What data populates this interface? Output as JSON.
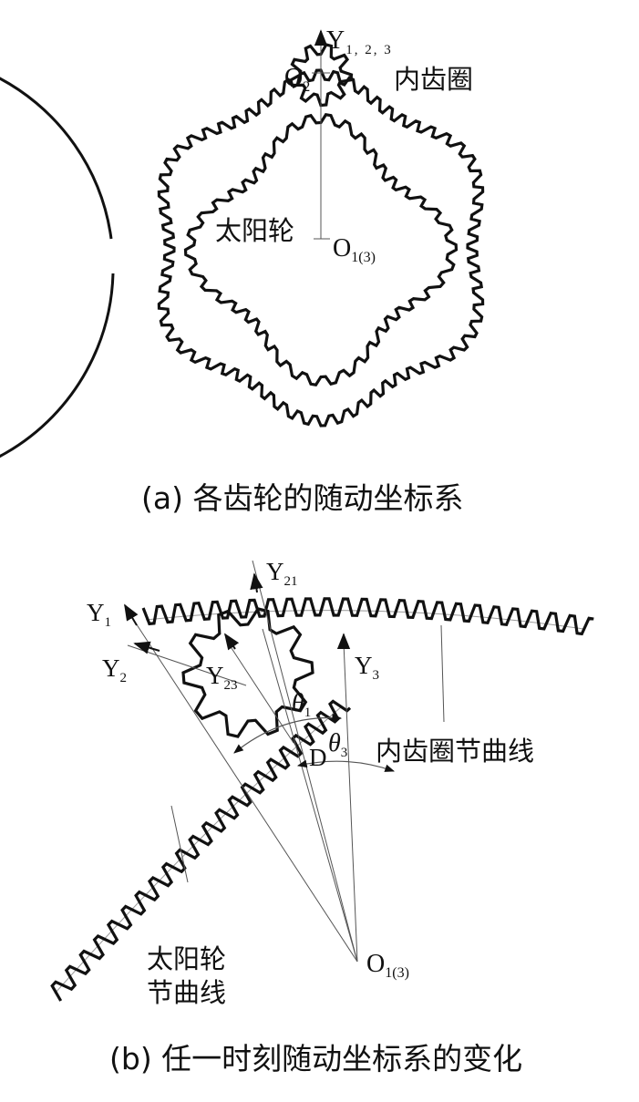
{
  "panel_a": {
    "axis_y": "Y",
    "axis_y_sub": "1, 2, 3",
    "planet_center": "O",
    "planet_center_sub": "2",
    "sun_center": "O",
    "sun_center_sub": "1(3)",
    "ring_label": "内齿圈",
    "sun_label": "太阳轮",
    "caption": "(a) 各齿轮的随动坐标系"
  },
  "panel_b": {
    "y1": "Y",
    "y1_sub": "1",
    "y21": "Y",
    "y21_sub": "21",
    "y23": "Y",
    "y23_sub": "23",
    "y2": "Y",
    "y2_sub": "2",
    "y3": "Y",
    "y3_sub": "3",
    "point_d": "D",
    "theta1": "θ",
    "theta1_sub": "1",
    "theta3": "θ",
    "theta3_sub": "3",
    "center": "O",
    "center_sub": "1(3)",
    "ring_pitch_label": "内齿圈节曲线",
    "sun_pitch_label_1": "太阳轮",
    "sun_pitch_label_2": "节曲线",
    "caption": "(b) 任一时刻随动坐标系的变化"
  },
  "colors": {
    "ink": "#111111",
    "thin_line": "#555555",
    "pitch_line": "#999999"
  }
}
